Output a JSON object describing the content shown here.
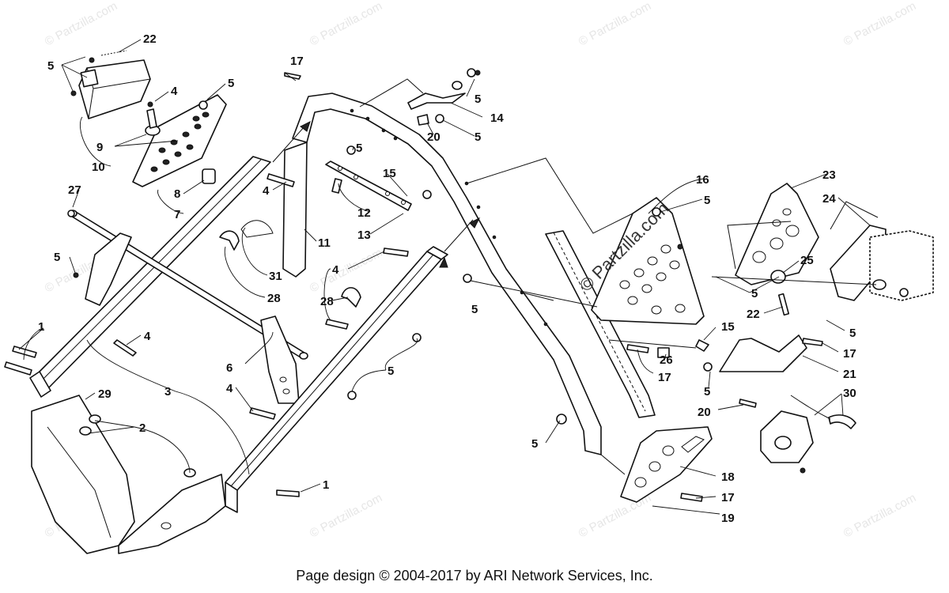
{
  "watermark": {
    "small": "© Partzilla.com",
    "large": "© Partzilla.com"
  },
  "footer": {
    "text": "Page design © 2004-2017 by ARI Network Services, Inc."
  },
  "callouts": {
    "c22a": "22",
    "c5a": "5",
    "c4a": "4",
    "c5b": "5",
    "c9": "9",
    "c10": "10",
    "c8": "8",
    "c7": "7",
    "c27": "27",
    "c17a": "17",
    "c5c": "5",
    "c14": "14",
    "c20a": "20",
    "c5d": "5",
    "c5e": "5",
    "c15a": "15",
    "c12": "12",
    "c13": "13",
    "c4b": "4",
    "c11": "11",
    "c31": "31",
    "c28a": "28",
    "c4c": "4",
    "c28b": "28",
    "c5f": "5",
    "c1a": "1",
    "c4d": "4",
    "c6": "6",
    "c4e": "4",
    "c5g": "5",
    "c29": "29",
    "c2": "2",
    "c3": "3",
    "c1b": "1",
    "c16": "16",
    "c5h": "5",
    "c23": "23",
    "c24": "24",
    "c25": "25",
    "c5i": "5",
    "c22b": "22",
    "c15b": "15",
    "c26": "26",
    "c17b": "17",
    "c5j": "5",
    "c17c": "17",
    "c21": "21",
    "c5k": "5",
    "c20b": "20",
    "c30": "30",
    "c5l": "5",
    "c18": "18",
    "c17d": "17",
    "c19": "19"
  }
}
